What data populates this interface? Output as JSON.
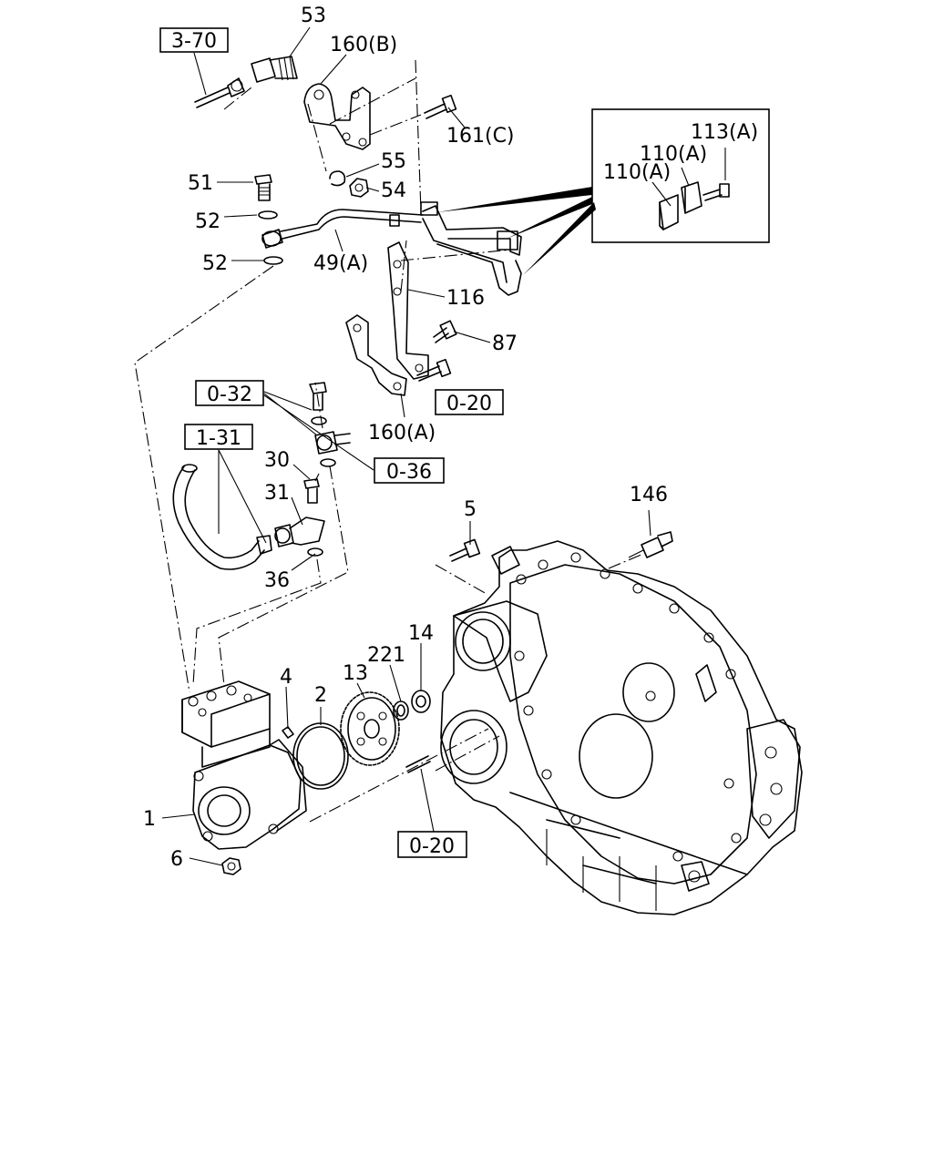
{
  "labels": {
    "p53": "53",
    "p160b": "160(B)",
    "p161c": "161(C)",
    "p55": "55",
    "p54": "54",
    "p51": "51",
    "p52a": "52",
    "p52b": "52",
    "p49a": "49(A)",
    "p113a": "113(A)",
    "p110a_top": "110(A)",
    "p110a_bottom": "110(A)",
    "p116": "116",
    "p87": "87",
    "p160a": "160(A)",
    "p30": "30",
    "p31": "31",
    "p36": "36",
    "p5": "5",
    "p146": "146",
    "p4": "4",
    "p2": "2",
    "p13": "13",
    "p221": "221",
    "p14": "14",
    "p1": "1",
    "p6": "6"
  },
  "references": {
    "r3_70": "3-70",
    "r0_32": "0-32",
    "r1_31": "1-31",
    "r0_36": "0-36",
    "r0_20_upper": "0-20",
    "r0_20_lower": "0-20"
  }
}
